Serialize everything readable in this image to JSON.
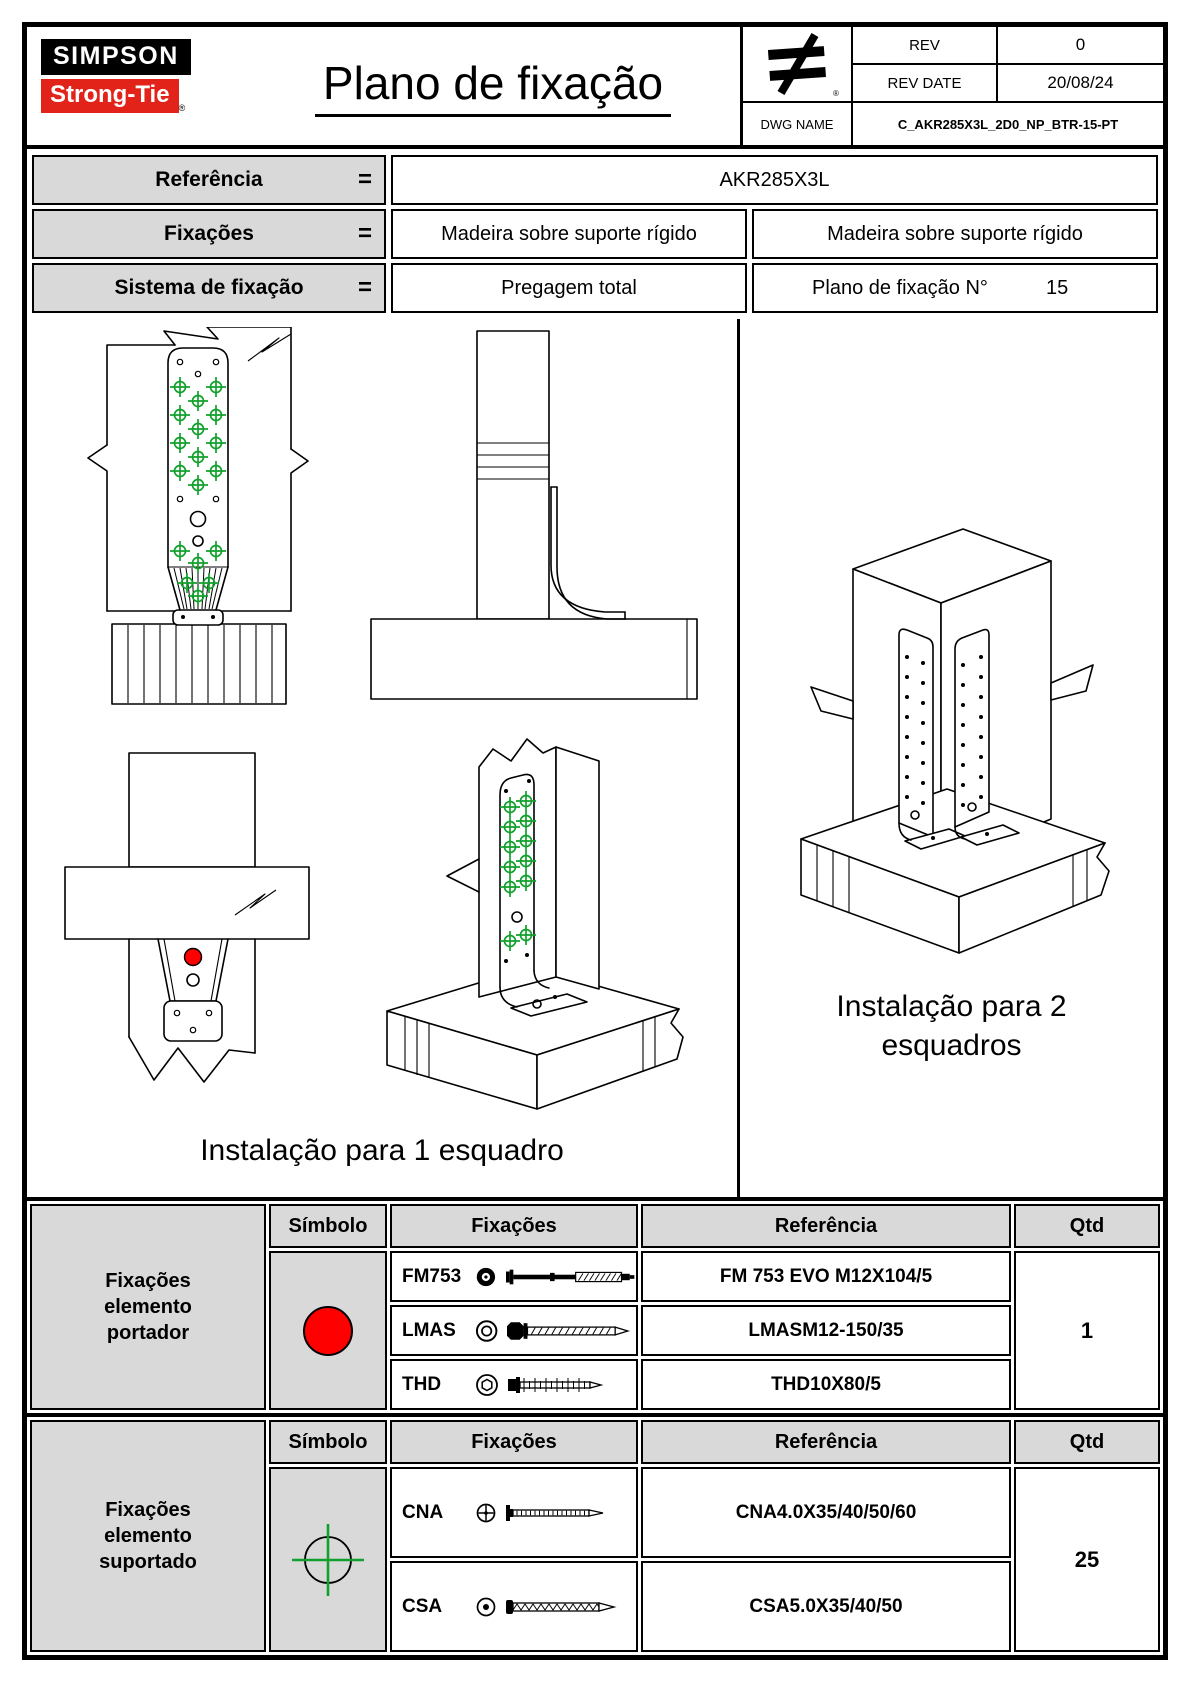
{
  "header": {
    "logo": {
      "line1": "SIMPSON",
      "line2": "Strong-Tie",
      "registered": "®"
    },
    "title": "Plano de fixação",
    "rev_table": {
      "rev_label": "REV",
      "rev_value": "0",
      "rev_date_label": "REV DATE",
      "rev_date_value": "20/08/24",
      "dwg_name_label": "DWG NAME",
      "dwg_name_value": "C_AKR285X3L_2D0_NP_BTR-15-PT"
    }
  },
  "info_table": {
    "rows": [
      {
        "label": "Referência",
        "eq": "=",
        "value": "AKR285X3L"
      },
      {
        "label": "Fixações",
        "eq": "=",
        "left_value": "Madeira sobre suporte rígido",
        "right_value": "Madeira sobre suporte rígido"
      },
      {
        "label": "Sistema de fixação",
        "eq": "=",
        "left_value": "Pregagem total",
        "right_label": "Plano de fixação N°",
        "right_number": "15"
      }
    ]
  },
  "drawings": {
    "caption_single": "Instalação para 1 esquadro",
    "caption_double_line1": "Instalação para 2",
    "caption_double_line2": "esquadros"
  },
  "fixings_tables": {
    "col_headers": {
      "symbol": "Símbolo",
      "fixings": "Fixações",
      "reference": "Referência",
      "qty": "Qtd"
    },
    "portador": {
      "label": "Fixações elemento portador",
      "symbol_icon": "red-filled-circle",
      "rows": [
        {
          "code": "FM753",
          "icon": "frame-anchor-bolt",
          "reference": "FM 753 EVO M12X104/5"
        },
        {
          "code": "LMAS",
          "icon": "hex-head-screw-anchor",
          "reference": "LMASM12-150/35"
        },
        {
          "code": "THD",
          "icon": "concrete-screw",
          "reference": "THD10X80/5"
        }
      ],
      "qty": "1"
    },
    "suportado": {
      "label": "Fixações elemento suportado",
      "symbol_icon": "green-crosshair-circle",
      "rows": [
        {
          "code": "CNA",
          "icon": "ring-shank-nail",
          "reference": "CNA4.0X35/40/50/60"
        },
        {
          "code": "CSA",
          "icon": "wood-screw",
          "reference": "CSA5.0X35/40/50"
        }
      ],
      "qty": "25"
    }
  },
  "colors": {
    "supported_fastener_green": "#12a02c",
    "carrier_fastener_red": "#ff0000",
    "logo_red": "#e2231a",
    "cell_gray": "#d9d9d9"
  }
}
